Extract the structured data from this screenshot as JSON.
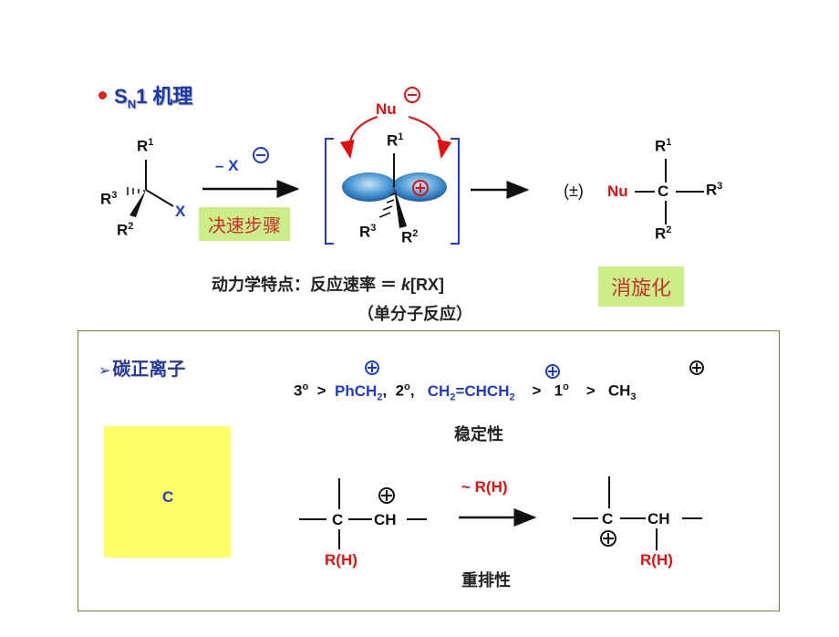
{
  "title": {
    "s": "S",
    "n": "N",
    "rest": "1 机理"
  },
  "reactant": {
    "r1": "R",
    "r1_sup": "1",
    "r3": "R",
    "r3_sup": "3",
    "x": "X",
    "r2": "R",
    "r2_sup": "2"
  },
  "step1": {
    "above": "– X",
    "badge": "决速步骤"
  },
  "intermediate": {
    "nu": "Nu",
    "r1": "R",
    "r1_sup": "1",
    "r3": "R",
    "r3_sup": "3",
    "r2": "R",
    "r2_sup": "2"
  },
  "product": {
    "pm": "(±)",
    "nu": "Nu",
    "c": "C",
    "r1": "R",
    "r1_sup": "1",
    "r2": "R",
    "r2_sup": "2",
    "r3": "R",
    "r3_sup": "3",
    "badge": "消旋化"
  },
  "kinetics": {
    "line1_prefix": "动力学特点：反应速率 ＝ ",
    "k": "k",
    "rx": "[RX]",
    "line2": "（单分子反应）"
  },
  "carbocation": {
    "title": "碳正离子",
    "order": {
      "tertiary": "3",
      "o": "o",
      "gt": ">",
      "benzyl": "PhCH",
      "benzyl_sub": "2",
      "comma": ",",
      "secondary": "2",
      "allyl_a": "CH",
      "allyl_sub1": "2",
      "allyl_b": "=CHCH",
      "allyl_sub2": "2",
      "primary": "1",
      "methyl": "CH",
      "methyl_sub": "3"
    },
    "stability_label": "稳定性",
    "center_c": "C",
    "rearr": {
      "c": "C",
      "ch": "CH",
      "rh": "R(H)",
      "shift": "~ R(H)",
      "label": "重排性"
    }
  },
  "colors": {
    "blue": "#1f3ad0",
    "red": "#e01010",
    "badge_bg": "#ccee88",
    "yellow": "#ffff66",
    "orbital": "#3a86c8"
  }
}
